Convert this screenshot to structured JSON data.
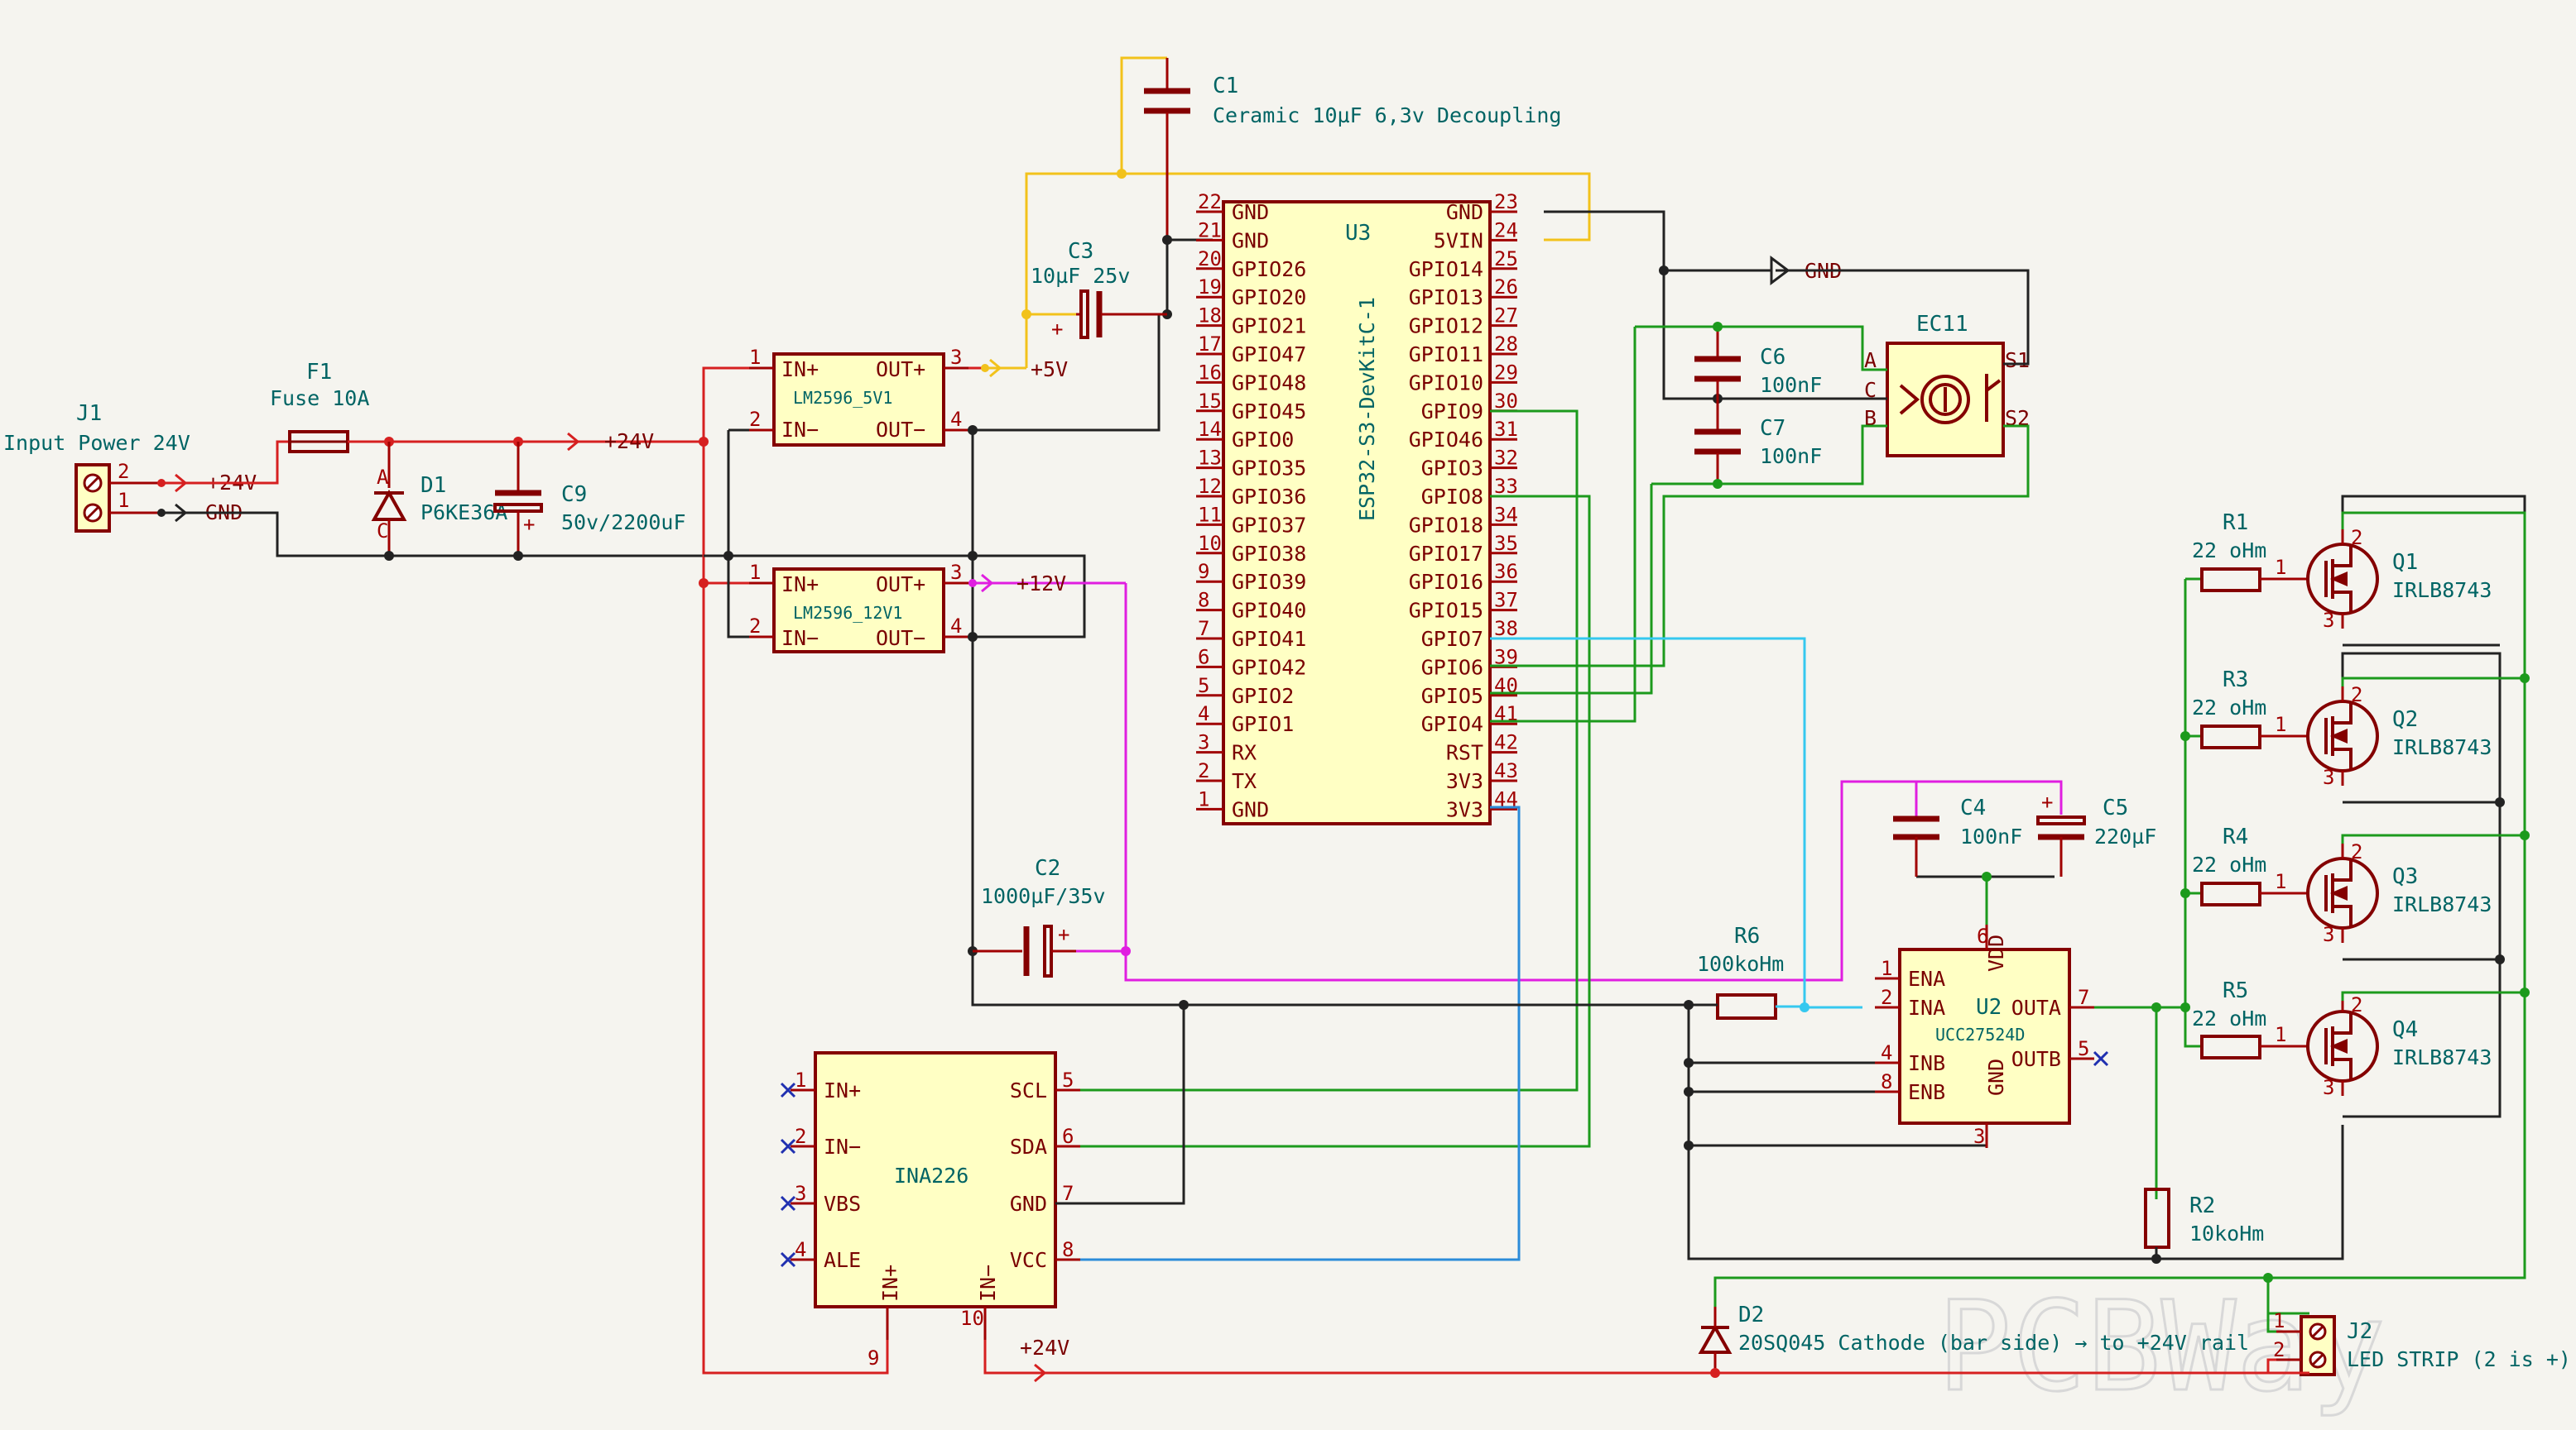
{
  "components": {
    "J1": {
      "ref": "J1",
      "value": "Input Power 24V",
      "pins": [
        "2",
        "1"
      ]
    },
    "F1": {
      "ref": "F1",
      "value": "Fuse 10A"
    },
    "D1": {
      "ref": "D1",
      "value": "P6KE36A",
      "pin_a": "A",
      "pin_c": "C"
    },
    "C9": {
      "ref": "C9",
      "value": "50v/2200uF",
      "plus": "+"
    },
    "C1": {
      "ref": "C1",
      "value": "Ceramic 10µF 6,3v Decoupling"
    },
    "C3": {
      "ref": "C3",
      "value": "10µF 25v",
      "plus": "+"
    },
    "C2": {
      "ref": "C2",
      "value": "1000µF/35v",
      "plus": "+"
    },
    "C6": {
      "ref": "C6",
      "value": "100nF"
    },
    "C7": {
      "ref": "C7",
      "value": "100nF"
    },
    "C4": {
      "ref": "C4",
      "value": "100nF"
    },
    "C5": {
      "ref": "C5",
      "value": "220µF",
      "plus": "+"
    },
    "R6": {
      "ref": "R6",
      "value": "100koHm"
    },
    "R2": {
      "ref": "R2",
      "value": "10koHm"
    },
    "R1": {
      "ref": "R1",
      "value": "22 oHm"
    },
    "R3": {
      "ref": "R3",
      "value": "22 oHm"
    },
    "R4": {
      "ref": "R4",
      "value": "22 oHm"
    },
    "R5": {
      "ref": "R5",
      "value": "22 oHm"
    },
    "Q1": {
      "ref": "Q1",
      "value": "IRLB8743"
    },
    "Q2": {
      "ref": "Q2",
      "value": "IRLB8743"
    },
    "Q3": {
      "ref": "Q3",
      "value": "IRLB8743"
    },
    "Q4": {
      "ref": "Q4",
      "value": "IRLB8743"
    },
    "EC11": {
      "ref": "EC11",
      "pins": [
        "A",
        "C",
        "B",
        "S1",
        "S2"
      ]
    },
    "D2": {
      "ref": "D2",
      "value": "20SQ045 Cathode (bar side) → to +24V rail"
    },
    "J2": {
      "ref": "J2",
      "value": "LED STRIP (2 is +)",
      "pins": [
        "1",
        "2"
      ]
    },
    "U3": {
      "ref": "U3",
      "value": "ESP32-S3-DevKitC-1"
    },
    "U2": {
      "ref": "U2",
      "value": "UCC27524D"
    },
    "INA": {
      "value": "INA226"
    },
    "REG5": {
      "value": "LM2596_5V1",
      "pins": [
        {
          "num": "1",
          "name": "IN+"
        },
        {
          "num": "2",
          "name": "IN−"
        },
        {
          "num": "3",
          "name": "OUT+"
        },
        {
          "num": "4",
          "name": "OUT−"
        }
      ]
    },
    "REG12": {
      "value": "LM2596_12V1",
      "pins": [
        {
          "num": "1",
          "name": "IN+"
        },
        {
          "num": "2",
          "name": "IN−"
        },
        {
          "num": "3",
          "name": "OUT+"
        },
        {
          "num": "4",
          "name": "OUT−"
        }
      ]
    }
  },
  "u3_left_pins": [
    {
      "num": "22",
      "name": "GND"
    },
    {
      "num": "21",
      "name": "GND"
    },
    {
      "num": "20",
      "name": "GPIO26"
    },
    {
      "num": "19",
      "name": "GPIO20"
    },
    {
      "num": "18",
      "name": "GPIO21"
    },
    {
      "num": "17",
      "name": "GPIO47"
    },
    {
      "num": "16",
      "name": "GPIO48"
    },
    {
      "num": "15",
      "name": "GPIO45"
    },
    {
      "num": "14",
      "name": "GPIO0"
    },
    {
      "num": "13",
      "name": "GPIO35"
    },
    {
      "num": "12",
      "name": "GPIO36"
    },
    {
      "num": "11",
      "name": "GPIO37"
    },
    {
      "num": "10",
      "name": "GPIO38"
    },
    {
      "num": "9",
      "name": "GPIO39"
    },
    {
      "num": "8",
      "name": "GPIO40"
    },
    {
      "num": "7",
      "name": "GPIO41"
    },
    {
      "num": "6",
      "name": "GPIO42"
    },
    {
      "num": "5",
      "name": "GPIO2"
    },
    {
      "num": "4",
      "name": "GPIO1"
    },
    {
      "num": "3",
      "name": "RX"
    },
    {
      "num": "2",
      "name": "TX"
    },
    {
      "num": "1",
      "name": "GND"
    }
  ],
  "u3_right_pins": [
    {
      "num": "23",
      "name": "GND"
    },
    {
      "num": "24",
      "name": "5VIN"
    },
    {
      "num": "25",
      "name": "GPIO14"
    },
    {
      "num": "26",
      "name": "GPIO13"
    },
    {
      "num": "27",
      "name": "GPIO12"
    },
    {
      "num": "28",
      "name": "GPIO11"
    },
    {
      "num": "29",
      "name": "GPIO10"
    },
    {
      "num": "30",
      "name": "GPIO9"
    },
    {
      "num": "31",
      "name": "GPIO46"
    },
    {
      "num": "32",
      "name": "GPIO3"
    },
    {
      "num": "33",
      "name": "GPIO8"
    },
    {
      "num": "34",
      "name": "GPIO18"
    },
    {
      "num": "35",
      "name": "GPIO17"
    },
    {
      "num": "36",
      "name": "GPIO16"
    },
    {
      "num": "37",
      "name": "GPIO15"
    },
    {
      "num": "38",
      "name": "GPIO7"
    },
    {
      "num": "39",
      "name": "GPIO6"
    },
    {
      "num": "40",
      "name": "GPIO5"
    },
    {
      "num": "41",
      "name": "GPIO4"
    },
    {
      "num": "42",
      "name": "RST"
    },
    {
      "num": "43",
      "name": "3V3"
    },
    {
      "num": "44",
      "name": "3V3"
    }
  ],
  "ina_left_pins": [
    {
      "num": "1",
      "name": "IN+"
    },
    {
      "num": "2",
      "name": "IN−"
    },
    {
      "num": "3",
      "name": "VBS"
    },
    {
      "num": "4",
      "name": "ALE"
    }
  ],
  "ina_right_pins": [
    {
      "num": "5",
      "name": "SCL"
    },
    {
      "num": "6",
      "name": "SDA"
    },
    {
      "num": "7",
      "name": "GND"
    },
    {
      "num": "8",
      "name": "VCC"
    }
  ],
  "ina_bottom_pins": [
    {
      "num": "9",
      "name": "IN+"
    },
    {
      "num": "10",
      "name": "IN−"
    }
  ],
  "u2_left_pins": [
    {
      "num": "1",
      "name": "ENA"
    },
    {
      "num": "2",
      "name": "INA"
    },
    {
      "num": "4",
      "name": "INB"
    },
    {
      "num": "8",
      "name": "ENB"
    }
  ],
  "u2_right_pins": [
    {
      "num": "7",
      "name": "OUTA"
    },
    {
      "num": "5",
      "name": "OUTB"
    }
  ],
  "u2_vdd": {
    "num": "6",
    "name": "VDD"
  },
  "u2_gnd": {
    "num": "3",
    "name": "GND"
  },
  "mosfet_pins": [
    "1",
    "2",
    "3"
  ],
  "net_labels": {
    "p24_j1": "+24V",
    "gnd_j1": "GND",
    "p24_rail": "+24V",
    "p5": "+5V",
    "p12": "+12V",
    "gnd_enc": "GND",
    "p24_bottom": "+24V"
  },
  "watermark": "PCBWay",
  "colors": {
    "wire": "#d62020",
    "symbol": "#840000",
    "body_fill": "#ffffc4",
    "text": "#006464",
    "i2c": "#1c9a1c",
    "vcc_5v": "#f2c21b",
    "v12": "#e01ee0",
    "signal": "#35c8ef",
    "background": "#f5f4ef"
  }
}
